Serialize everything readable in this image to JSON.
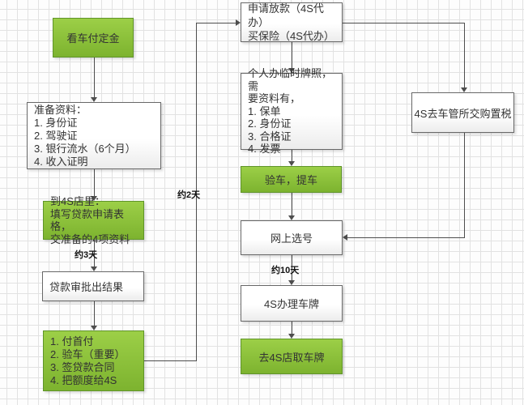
{
  "flowchart": {
    "title": "car-purchase-loan-process",
    "colors": {
      "green_top": "#9ccf47",
      "green_bottom": "#7db32f",
      "green_border": "#5f9429",
      "white_box_border": "#686868",
      "connector": "#4d4d4d",
      "grid_line": "#e2e2e2"
    },
    "nodes": [
      {
        "id": "view-car-pay-deposit",
        "label": "看车付定金",
        "color": "green"
      },
      {
        "id": "prepare-documents",
        "label": "准备资料：\n1. 身份证\n2. 驾驶证\n3. 银行流水（6个月）\n4. 收入证明",
        "color": "white"
      },
      {
        "id": "go-to-4s-store",
        "label": "到4S店里：\n填写贷款申请表格，\n交准备的4项资料",
        "color": "green"
      },
      {
        "id": "loan-approval-result",
        "label": "贷款审批出结果",
        "color": "white"
      },
      {
        "id": "payment-steps",
        "label": "1. 付首付\n2. 验车（重要）\n3. 签贷款合同\n4. 把额度给4S",
        "color": "green"
      },
      {
        "id": "apply-loan-buy-insurance",
        "label": "申请放款（4S代办）\n买保险（4S代办）",
        "color": "white"
      },
      {
        "id": "temporary-plate-documents",
        "label": "个人办临时牌照，需\n要资料有，\n1. 保单\n2. 身份证\n3. 合格证\n4. 发票",
        "color": "white"
      },
      {
        "id": "inspect-and-pickup-car",
        "label": "验车，提车",
        "color": "green"
      },
      {
        "id": "online-number-selection",
        "label": "网上选号",
        "color": "white"
      },
      {
        "id": "4s-handle-plate",
        "label": "4S办理车牌",
        "color": "white"
      },
      {
        "id": "pickup-plate-at-4s",
        "label": "去4S店取车牌",
        "color": "green"
      },
      {
        "id": "4s-pay-purchase-tax",
        "label": "4S去车管所交购置税",
        "color": "white"
      }
    ],
    "edge_labels": [
      {
        "id": "approx-3-days",
        "label": "约3天"
      },
      {
        "id": "approx-2-days",
        "label": "约2天"
      },
      {
        "id": "approx-10-days",
        "label": "约10天"
      }
    ]
  }
}
